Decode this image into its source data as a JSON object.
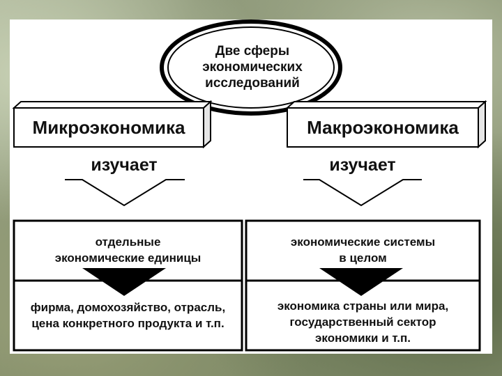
{
  "center": {
    "line1": "Две сферы",
    "line2": "экономических",
    "line3": "исследований"
  },
  "left": {
    "title": "Микроэкономика",
    "studies": "изучает",
    "object_line1": "отдельные",
    "object_line2": "экономические единицы",
    "examples_line1": "фирма, домохозяйство, отрасль,",
    "examples_line2": "цена конкретного продукта и т.п."
  },
  "right": {
    "title": "Макроэкономика",
    "studies": "изучает",
    "object_line1": "экономические системы",
    "object_line2": "в целом",
    "examples_line1": "экономика страны или мира,",
    "examples_line2": "государственный сектор",
    "examples_line3": "экономики и т.п."
  }
}
